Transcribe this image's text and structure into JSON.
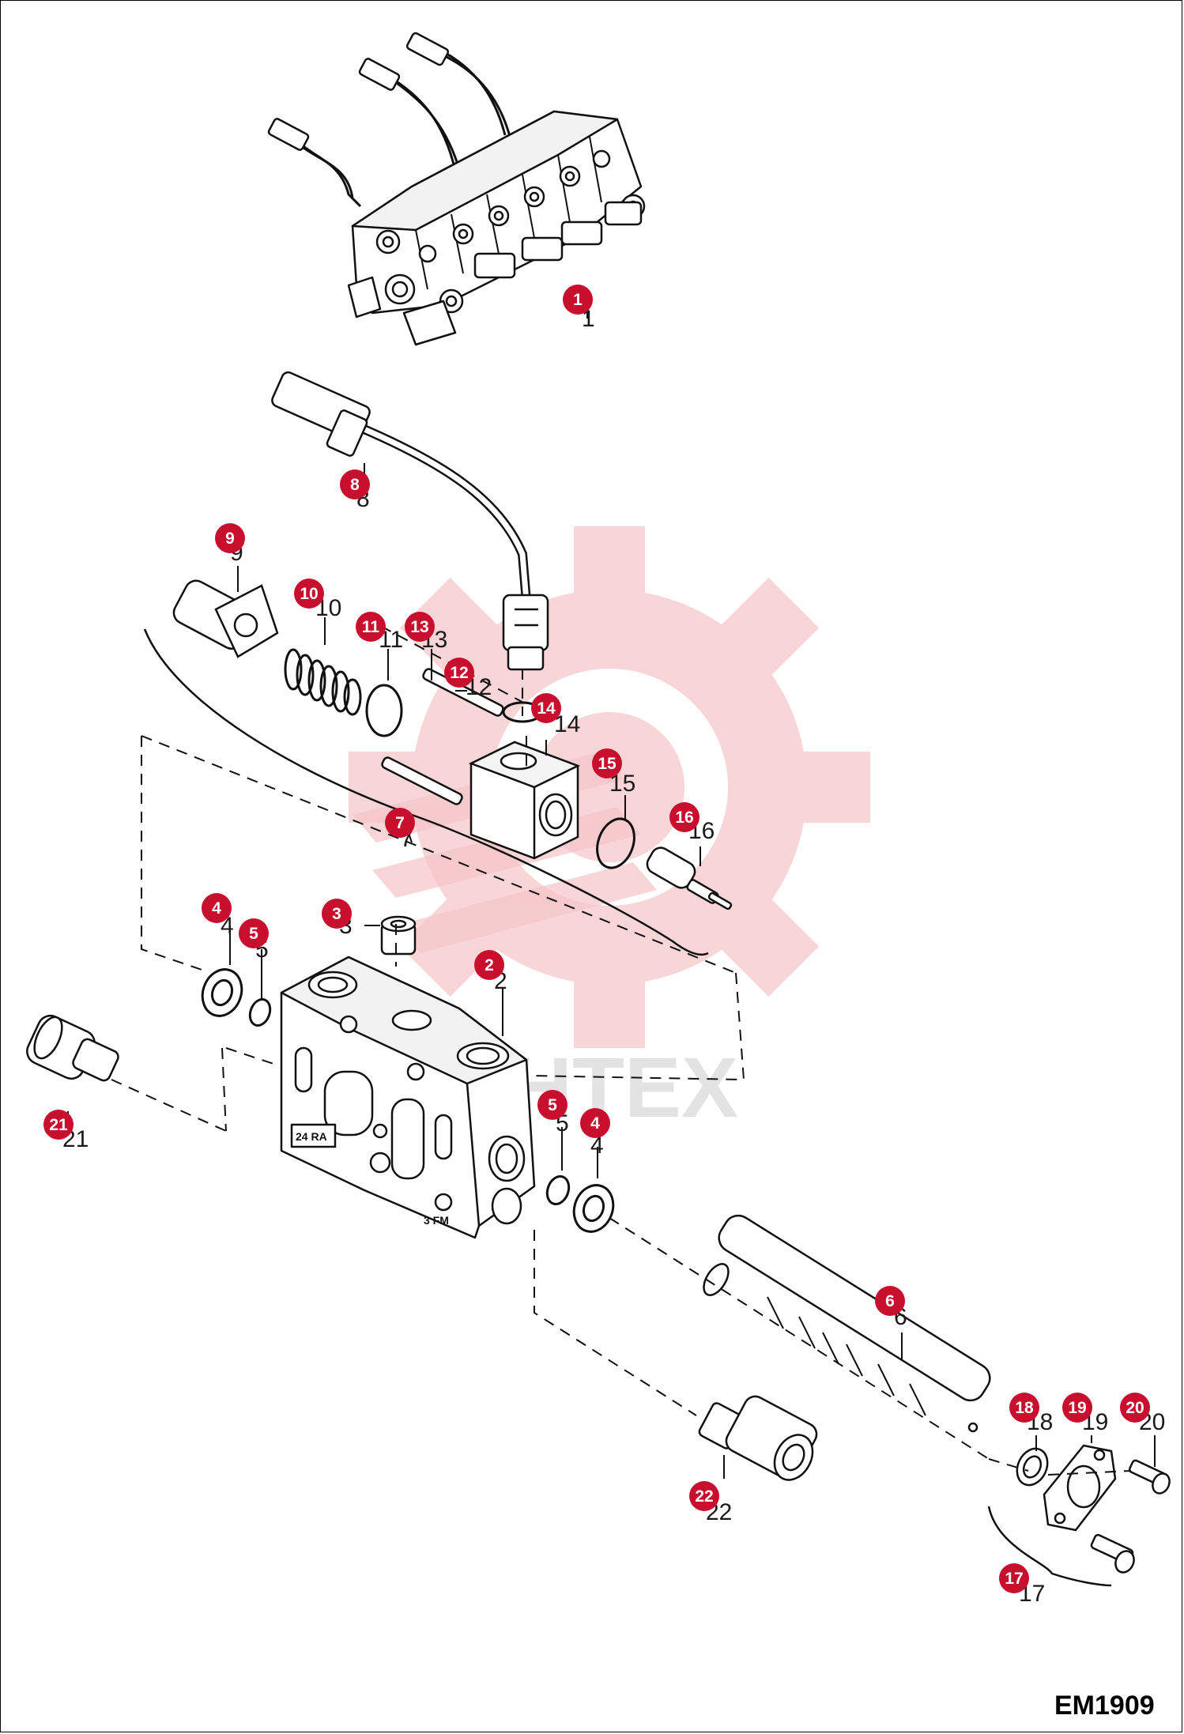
{
  "drawing": {
    "code": "EM1909",
    "watermark_text": "MHTEX",
    "housing_stamp_1": "24 RA",
    "housing_stamp_2": "3 FM",
    "accent_color": "#c8102e",
    "callout_numbers": [
      "1",
      "2",
      "3",
      "4",
      "5",
      "6",
      "7",
      "8",
      "9",
      "10",
      "11",
      "12",
      "13",
      "14",
      "15",
      "16",
      "17",
      "18",
      "19",
      "20",
      "21",
      "22"
    ]
  }
}
